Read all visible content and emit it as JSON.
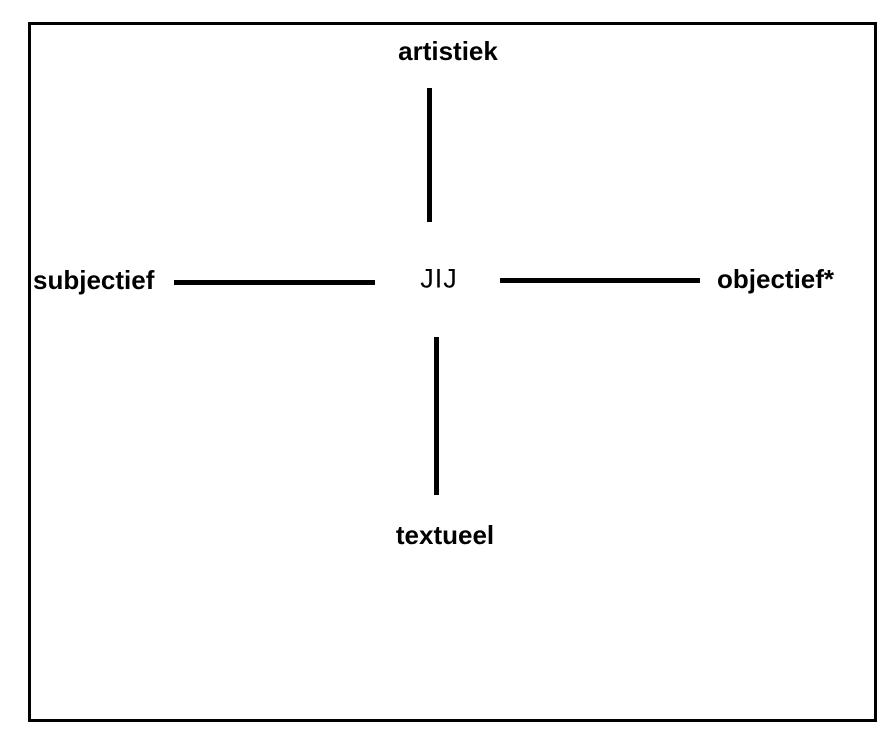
{
  "diagram": {
    "center_label": "JIJ",
    "axis_labels": {
      "top": "artistiek",
      "bottom": "textueel",
      "left": "subjectief",
      "right": "objectief*"
    },
    "colors": {
      "text": "#000000",
      "line": "#000000",
      "border": "#000000",
      "background": "#ffffff"
    }
  }
}
